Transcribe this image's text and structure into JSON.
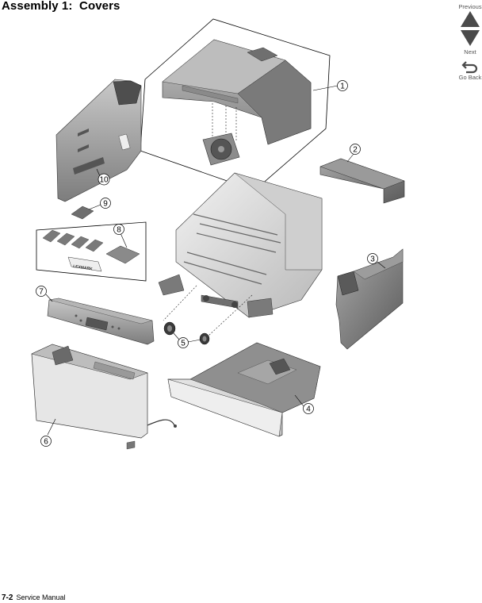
{
  "page": {
    "title": "Assembly 1:  Covers",
    "footer_page": "7-2",
    "footer_manual": "Service Manual"
  },
  "nav": {
    "previous_label": "Previous",
    "next_label": "Next",
    "goback_label": "Go Back"
  },
  "callouts": {
    "c1": "1",
    "c2": "2",
    "c3": "3",
    "c4": "4",
    "c5": "5",
    "c6": "6",
    "c7": "7",
    "c8": "8",
    "c9": "9",
    "c10": "10"
  },
  "labels": {
    "brand_plate": "LEXMARK"
  }
}
